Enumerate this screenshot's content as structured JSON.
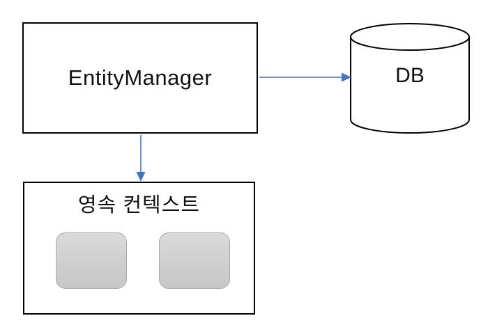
{
  "nodes": {
    "entity_manager": {
      "label": "EntityManager",
      "shape": "rectangle"
    },
    "db": {
      "label": "DB",
      "shape": "cylinder"
    },
    "persistence_context": {
      "label": "영속 컨텍스트",
      "shape": "rectangle"
    },
    "entity_placeholders": {
      "count": 2,
      "label": ""
    }
  },
  "edges": [
    {
      "from": "entity_manager",
      "to": "db",
      "direction": "right",
      "style": "arrow"
    },
    {
      "from": "entity_manager",
      "to": "persistence_context",
      "direction": "down",
      "style": "arrow"
    }
  ],
  "colors": {
    "arrow": "#4472C4",
    "shape_border": "#000000",
    "shape_fill": "#ffffff",
    "entity_slot_fill": "#d0d0d0",
    "entity_slot_border": "#aaaaaa",
    "background": "#ffffff",
    "text": "#111111"
  }
}
